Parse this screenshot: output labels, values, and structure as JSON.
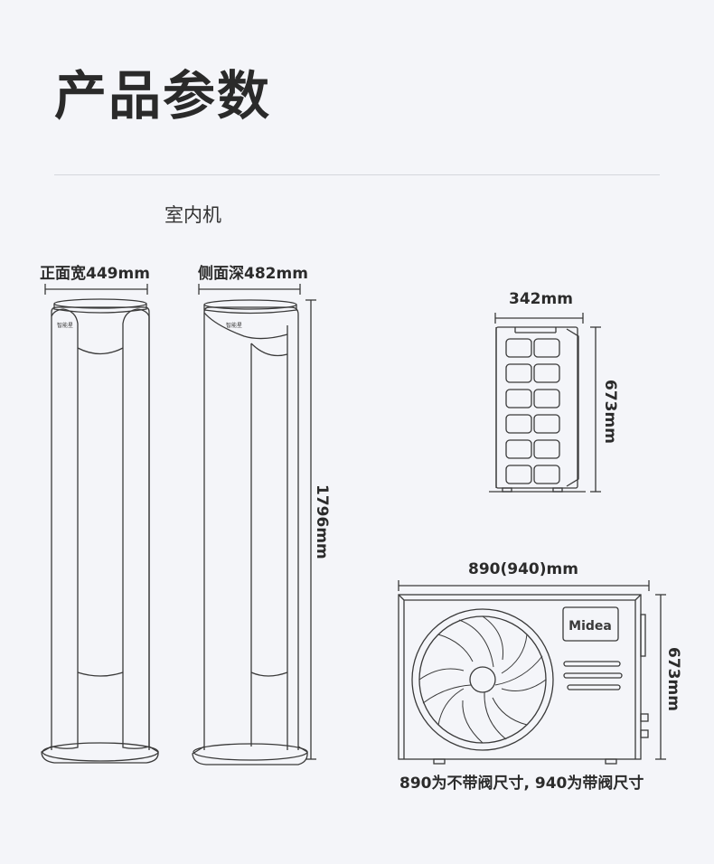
{
  "page": {
    "title": "产品参数",
    "section_label": "室内机"
  },
  "indoor": {
    "front_width_label": "正面宽449mm",
    "side_depth_label": "侧面深482mm",
    "height_label": "1796mm"
  },
  "outdoor_small": {
    "width_label": "342mm",
    "height_label": "673mm"
  },
  "outdoor_large": {
    "width_label": "890(940)mm",
    "height_label": "673mm",
    "brand": "Midea",
    "note": "890为不带阀尺寸, 940为带阀尺寸"
  },
  "colors": {
    "background": "#f4f5f9",
    "line": "#3a3a3a",
    "divider": "#d4d6dc"
  }
}
